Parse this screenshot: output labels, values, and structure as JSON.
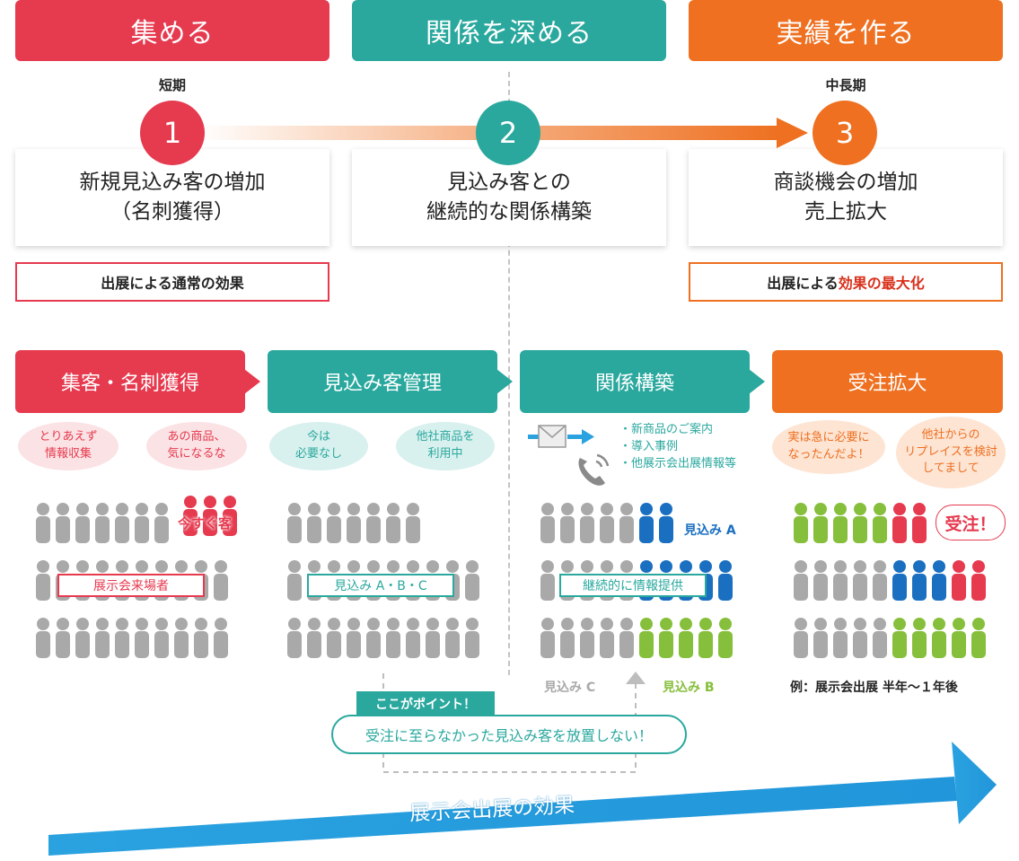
{
  "headers": [
    {
      "label": "集める",
      "color": "#e63a4f"
    },
    {
      "label": "関係を深める",
      "color": "#2aa89e"
    },
    {
      "label": "実績を作る",
      "color": "#ee7020"
    }
  ],
  "terms": {
    "short": "短期",
    "long": "中長期"
  },
  "phases": [
    {
      "number": "1",
      "line1": "新規見込み客の増加",
      "line2": "（名刺獲得）"
    },
    {
      "number": "2",
      "line1": "見込み客との",
      "line2": "継続的な関係構築"
    },
    {
      "number": "3",
      "line1": "商談機会の増加",
      "line2": "売上拡大"
    }
  ],
  "effects": {
    "normal": "出展による通常の効果",
    "max_prefix": "出展による",
    "max_highlight": "効果の最大化"
  },
  "steps": [
    {
      "label": "集客・名刺獲得",
      "color": "#e63a4f"
    },
    {
      "label": "見込み客管理",
      "color": "#2aa89e"
    },
    {
      "label": "関係構築",
      "color": "#2aa89e"
    },
    {
      "label": "受注拡大",
      "color": "#ee7020"
    }
  ],
  "bubbles": [
    {
      "line1": "とりあえず",
      "line2": "情報収集"
    },
    {
      "line1": "あの商品、",
      "line2": "気になるな"
    },
    {
      "line1": "今は",
      "line2": "必要なし"
    },
    {
      "line1": "他社商品を",
      "line2": "利用中"
    },
    {
      "line1": "実は急に必要に",
      "line2": "なったんだよ！"
    },
    {
      "line1": "他社からの",
      "line2": "リプレイスを検討",
      "line3": "してまして"
    }
  ],
  "crowd_labels": {
    "now": "今すぐ客",
    "visitors": "展示会来場者",
    "prospects_abc": "見込み A・B・C",
    "continuous": "継続的に情報提供",
    "prospect_a": "見込み A",
    "prospect_b": "見込み B",
    "prospect_c": "見込み C",
    "order": "受注！",
    "example": "例：展示会出展 半年〜１年後"
  },
  "info_bullets": [
    "・新商品のご案内",
    "・導入事例",
    "・他展示会出展情報等"
  ],
  "point": {
    "tag": "ここがポイント！",
    "message": "受注に至らなかった見込み客を放置しない！"
  },
  "bottom_arrow": "展示会出展の効果",
  "colors": {
    "red": "#e63a4f",
    "teal": "#2aa89e",
    "orange": "#ee7020",
    "gray": "#a9a9a9",
    "blue": "#1a6fc0",
    "green": "#86bf3b",
    "sky": "#2aa2e0"
  }
}
